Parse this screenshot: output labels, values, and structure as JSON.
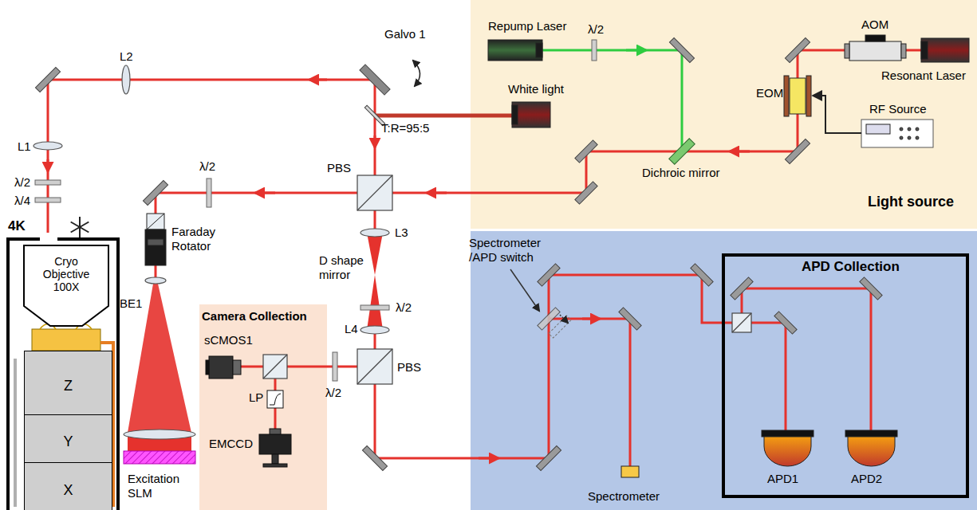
{
  "diagram": {
    "nodes": [
      {
        "text": [
          "Light source"
        ]
      },
      {
        "text": [
          "4K"
        ]
      },
      {
        "text": [
          "Cryo Objective 100X"
        ],
        "in": 1
      },
      {
        "text": [
          "Z"
        ],
        "in": 1
      },
      {
        "text": [
          "Y"
        ],
        "in": 1
      },
      {
        "text": [
          "X"
        ],
        "in": 1
      },
      {
        "text": [
          "Camera Collection"
        ]
      },
      {
        "text": [
          "APD Collection"
        ]
      }
    ],
    "labels": [
      "Repump Laser",
      "λ/2",
      "AOM",
      "Resonant Laser",
      "EOM",
      "RF Source",
      "White light",
      "Dichroic mirror",
      "Galvo 1",
      "T:R=95:5",
      "L2",
      "L1",
      "λ/2",
      "λ/4",
      "PBS",
      "λ/2",
      "Faraday Rotator",
      "BE1",
      "Excitation SLM",
      "L3",
      "D shape mirror",
      "λ/2",
      "L4",
      "PBS",
      "λ/2",
      "sCMOS1",
      "LP",
      "EMCCD",
      "Spectrometer /APD switch",
      "Spectrometer",
      "APD1",
      "APD2"
    ]
  }
}
